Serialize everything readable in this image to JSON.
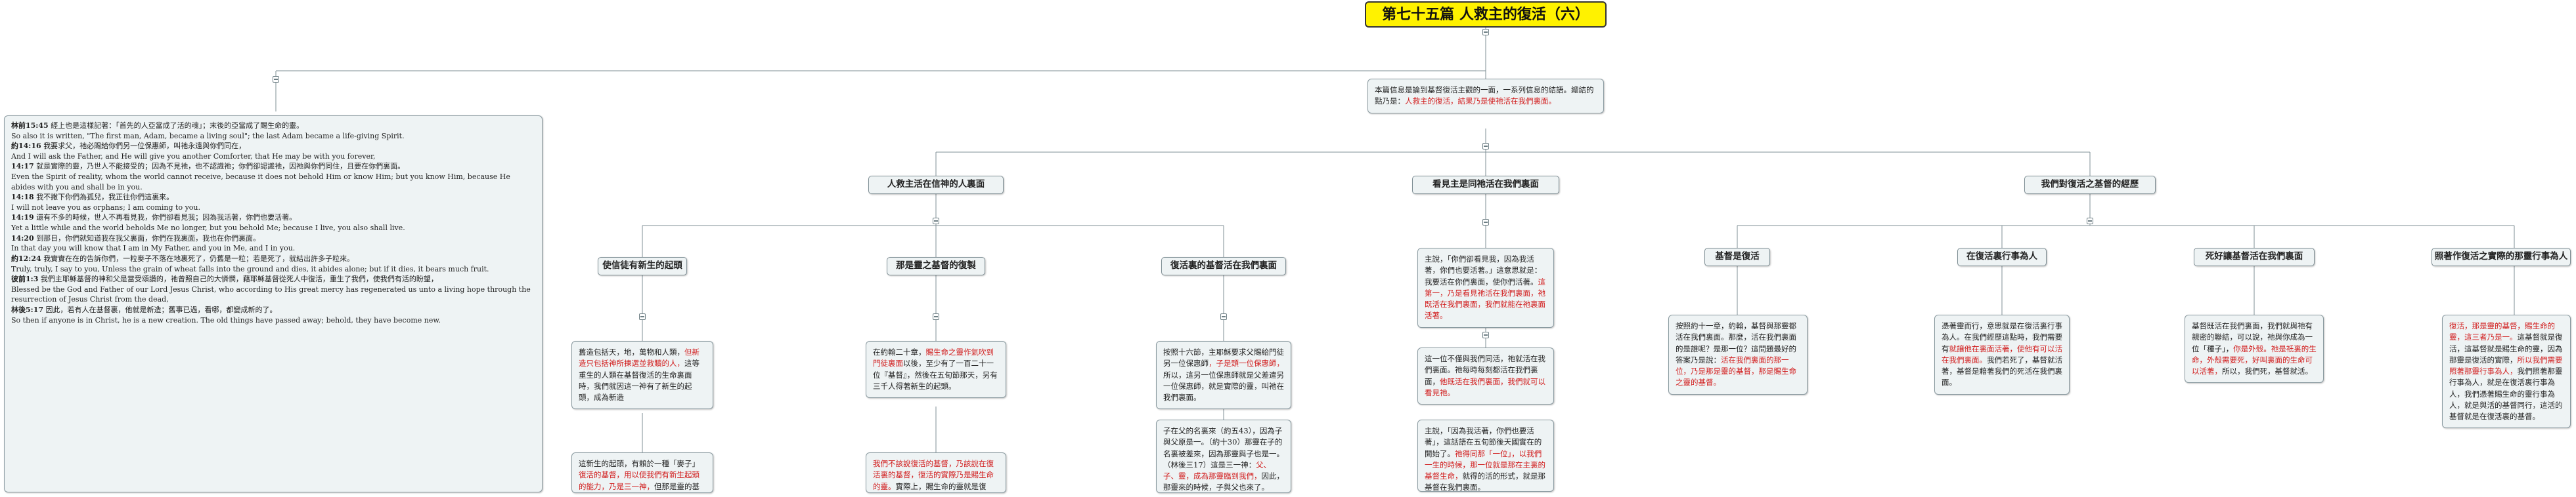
{
  "title": "第七十五篇 人救主的復活（六）",
  "intro": {
    "text": "本篇信息是論到基督復活主觀的一面，一系列信息的結語。總結的點乃是：",
    "highlight": "人救主的復活，結果乃是使祂活在我們裏面。"
  },
  "scripture": [
    {
      "ref": "林前15:45",
      "zh": "經上也是這樣記著：「首先的人亞當成了活的魂」；末後的亞當成了賜生命的靈。",
      "en": "So also it is written, \"The first man, Adam, became a living soul\"; the last Adam became a life-giving Spirit."
    },
    {
      "ref": "約14:16",
      "zh": "我要求父，祂必賜給你們另一位保惠師，叫祂永遠與你們同在，",
      "en": "And I will ask the Father, and He will give you another Comforter, that He may be with you forever,"
    },
    {
      "ref": "14:17",
      "zh": "就是實際的靈，乃世人不能接受的；因為不見祂，也不認識祂；你們卻認識祂，因祂與你們同住，且要在你們裏面。",
      "en": "Even the Spirit of reality, whom the world cannot receive, because it does not behold Him or know Him; but you know Him, because He abides with you and shall be in you."
    },
    {
      "ref": "14:18",
      "zh": "我不撇下你們為孤兒，我正往你們這裏來。",
      "en": "I will not leave you as orphans; I am coming to you."
    },
    {
      "ref": "14:19",
      "zh": "還有不多的時候，世人不再看見我，你們卻看見我；因為我活著，你們也要活著。",
      "en": "Yet a little while and the world beholds Me no longer, but you behold Me; because I live, you also shall live."
    },
    {
      "ref": "14:20",
      "zh": "到那日，你們就知道我在我父裏面，你們在我裏面，我也在你們裏面。",
      "en": "In that day you will know that I am in My Father, and you in Me, and I in you."
    },
    {
      "ref": "約12:24",
      "zh": "我實實在在的告訴你們，一粒麥子不落在地裏死了，仍舊是一粒；若是死了，就結出許多子粒來。",
      "en": "Truly, truly, I say to you, Unless the grain of wheat falls into the ground and dies, it abides alone; but if it dies, it bears much fruit."
    },
    {
      "ref": "彼前1:3",
      "zh": "我們主耶穌基督的神和父是當受頌讚的，祂曾照自己的大憐憫，藉耶穌基督從死人中復活，重生了我們，使我們有活的盼望，",
      "en": "Blessed be the God and Father of our Lord Jesus Christ, who according to His great mercy has regenerated us unto a living hope through the resurrection of Jesus Christ from the dead,"
    },
    {
      "ref": "林後5:17",
      "zh": "因此，若有人在基督裏，他就是新造；舊事已過，看哪，都變成新的了。",
      "en": "So then if anyone is in Christ, he is a new creation. The old things have passed away; behold, they have become new."
    }
  ],
  "branch_a": {
    "label": "人救主活在信神的人裏面",
    "sub1": {
      "label": "使信徒有新生的起頭",
      "note1": {
        "text": "舊造包括天，地，萬物和人類，",
        "highlight": "但新造只包括神所揀選並救贖的人，",
        "tail": "這等重生的人類在基督復活的生命裏面時，我們就因這一神有了新生的起頭，成為新造"
      },
      "note2": {
        "text": "這新生的起頭，有賴於一種「麥子」",
        "highlight": "復活的基督，用以使我們有新生起頭的能力，乃是三一神，",
        "tail": "但那是靈的基督，已經用三一神這麥子使我們有新生的起頭，這是真理。"
      }
    },
    "sub2": {
      "label": "那是靈之基督的復製",
      "note1": {
        "text": "在約翰二十章，",
        "highlight": "賜生命之靈作氣吹到門徒裏面",
        "tail": "以後，至少有了一百二十一位『基督』，然後在五旬節那天，另有三千人得著新生的起頭。"
      },
      "note2": {
        "highlight": "我們不該說復活的基督，乃該說在復活裏的基督，復活的實際乃是賜生命的靈。",
        "tail": "實際上，賜生命的靈就是復活，在復活裏的基督就是那是靈的基督。"
      }
    },
    "sub3": {
      "label": "復活裏的基督活在我們裏面",
      "note1": {
        "text": "按照十六節，主耶穌要求父賜給門徒另一位保惠師",
        "highlight": "，子是頭一位保惠師，",
        "tail": "所以，這另一位保惠師就是父差遣另一位保惠師，就是實際的靈，叫祂在我們裏面。"
      },
      "note2": {
        "text": "子在父的名裏來（約五43），因為子與父原是一。（約十30）那靈在子的名裏被差來，因為那靈與子也是一。（林後三17）這是三一神：",
        "highlight": "父、子、靈，成為那靈臨到我們，",
        "tail": "因此，那靈來的時候，子與父也來了。"
      }
    }
  },
  "branch_b": {
    "label": "看見主是同祂活在我們裏面",
    "note1": {
      "text": "主說，「你們卻看見我，因為我活著，你們也要活著。」這意思就是：我要活在你們裏面，使你們活著。",
      "highlight": "這第一，乃是看見祂活在我們裏面，祂既活在我們裏面，我們就能在祂裏面活著。",
      "tail": ""
    },
    "note2": {
      "text": "這一位不僅與我們同活，祂就活在我們裏面。祂每時每刻都活在我們裏面，",
      "highlight": "他既活在我們裏面，我們就可以看見祂。",
      "tail": ""
    },
    "note3": {
      "text": "主說，「因為我活著，你們也要活著」，這話語在五旬節後天國實在的開始了。",
      "highlight": "祂得同那「一位」，以我們一生的時候，那一位就是那在主裏的基督生命，",
      "tail": "就得的活的形式，就是那基督在我們裏面。"
    }
  },
  "branch_c": {
    "label": "我們對復活之基督的經歷",
    "sub1": {
      "label": "基督是復活",
      "note": {
        "text": "按照約十一章，約翰，基督與那靈都活在我們裏面。那麼，活在我們裏面的是誰呢？是那一位？這問題最好的答案乃是說：",
        "highlight": "活在我們裏面的那一位，乃是那是靈的基督，那是賜生命之靈的基督。",
        "tail": ""
      }
    },
    "sub2": {
      "label": "在復活裏行事為人",
      "note": {
        "text": "憑著靈而行，意思就是在復活裏行事為人。在我們經歷這點時，我們需要有",
        "highlight": "就讓他在裏面活著，使他有可以活在我們裏面。",
        "tail": "我們若死了，基督就活著，基督是藉著我們的死活在我們裏面。"
      }
    },
    "sub3": {
      "label": "死好讓基督活在我們裏面",
      "note": {
        "text": "基督既活在我們裏面，我們就與祂有親密的聯結，可以說，祂與你成為一位「種子」，",
        "highlight": "你是外殼。祂是祇裏的生命，外殼需要死，好叫裏面的生命可以活著，",
        "tail": "所以，我們死，基督就活。"
      }
    },
    "sub4": {
      "label": "照著作復活之實際的那靈行事為人",
      "note": {
        "highlight": "復活，那是靈的基督，賜生命的靈，這三者乃是一。",
        "text": "這基督就是復活，這基督就是賜生命的靈，因為那靈是復活的實際，",
        "highlight2": "所以我們需要照著那靈行事為人，",
        "tail": "我們照著那靈行事為人，就是在復活裏行事為人，我們憑著賜生命的靈行事為人，就是與活的基督同行，這活的基督就是在復活裏的基督。"
      }
    }
  }
}
